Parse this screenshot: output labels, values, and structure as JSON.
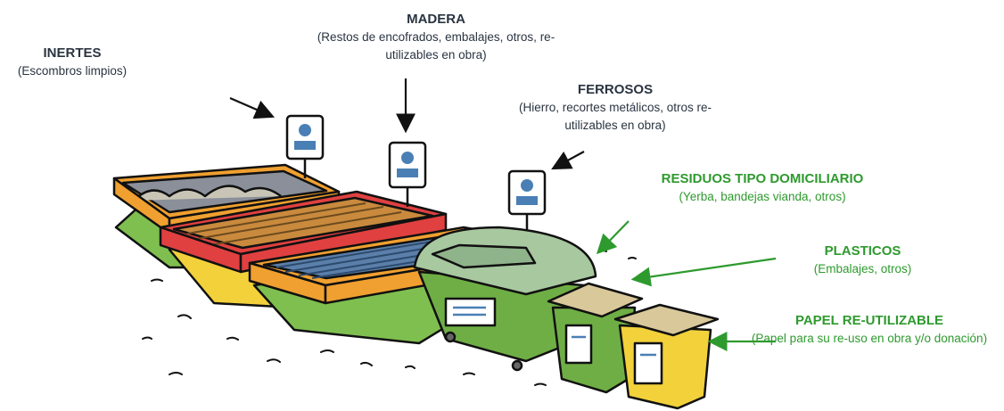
{
  "labels": {
    "inertes": {
      "title": "INERTES",
      "desc": "(Escombros limpios)"
    },
    "madera": {
      "title": "MADERA",
      "desc": "(Restos de encofrados, embalajes, otros, re-utilizables en obra)"
    },
    "ferrosos": {
      "title": "FERROSOS",
      "desc": "(Hierro, recortes metálicos, otros re-utilizables en obra)"
    },
    "domiciliario": {
      "title": "RESIDUOS TIPO DOMICILIARIO",
      "desc": "(Yerba, bandejas vianda, otros)"
    },
    "plasticos": {
      "title": "PLASTICOS",
      "desc": "(Embalajes, otros)"
    },
    "papel": {
      "title": "PAPEL RE-UTILIZABLE",
      "desc": "(Papel para su re-uso en obra y/o donación)"
    }
  },
  "colors": {
    "label_dark": "#2a3441",
    "label_green": "#2e9a2e",
    "container_green": "#7fbf4f",
    "container_orange": "#f0a030",
    "container_red": "#e04040",
    "container_yellow": "#f2d13a",
    "sign_blue": "#4a7fb5"
  }
}
